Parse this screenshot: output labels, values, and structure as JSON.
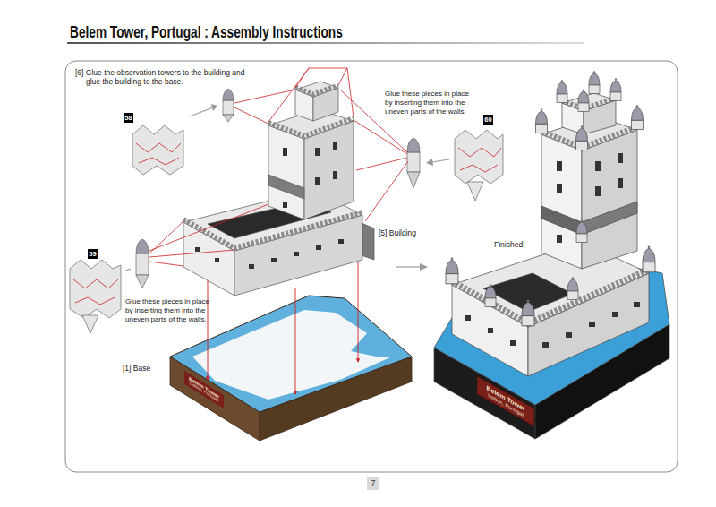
{
  "diagram": {
    "title": "Belem Tower, Portugal : Assembly Instructions",
    "labels": [
      "[6] Glue the observation towers to the building and glue the building to the base.",
      "58",
      "Glue these pieces in place by inserting them into the uneven parts of the walls.",
      "60",
      "[5] Building",
      "59",
      "Glue these pieces in place by inserting them into the uneven parts of the walls.",
      "Finished!",
      "[1] Base",
      "Belem Tower",
      "Lisbon, Portugal",
      "Belem Tower",
      "Lisbon, Portugal",
      "7"
    ]
  }
}
